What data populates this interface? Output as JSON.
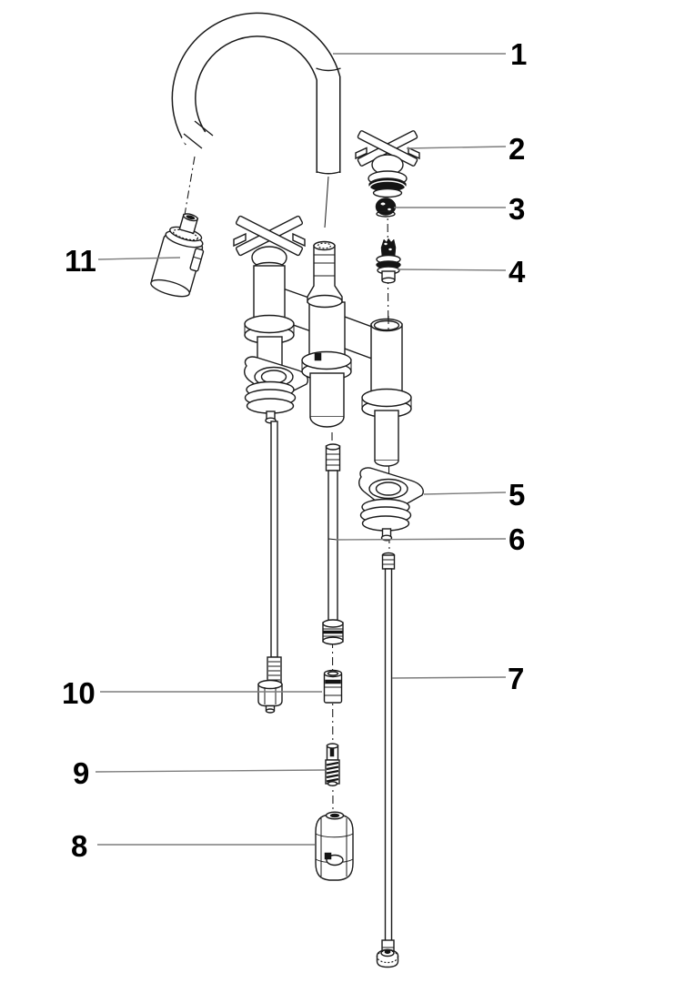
{
  "diagram": {
    "kind": "exploded-parts-diagram",
    "background_color": "#ffffff",
    "line_color": "#1a1a1a",
    "leader_line_color": "#7d7d7d",
    "label_color": "#000000",
    "callouts": {
      "c1": {
        "number": "1",
        "part": "gooseneck-spout"
      },
      "c2": {
        "number": "2",
        "part": "cross-handle"
      },
      "c3": {
        "number": "3",
        "part": "bonnet-nut"
      },
      "c4": {
        "number": "4",
        "part": "valve-cartridge"
      },
      "c5": {
        "number": "5",
        "part": "mounting-bracket"
      },
      "c6": {
        "number": "6",
        "part": "supply-tube"
      },
      "c7": {
        "number": "7",
        "part": "spray-hose"
      },
      "c8": {
        "number": "8",
        "part": "hose-weight"
      },
      "c9": {
        "number": "9",
        "part": "hose-adapter"
      },
      "c10": {
        "number": "10",
        "part": "quick-connect-coupler"
      },
      "c11": {
        "number": "11",
        "part": "spray-head"
      }
    }
  }
}
